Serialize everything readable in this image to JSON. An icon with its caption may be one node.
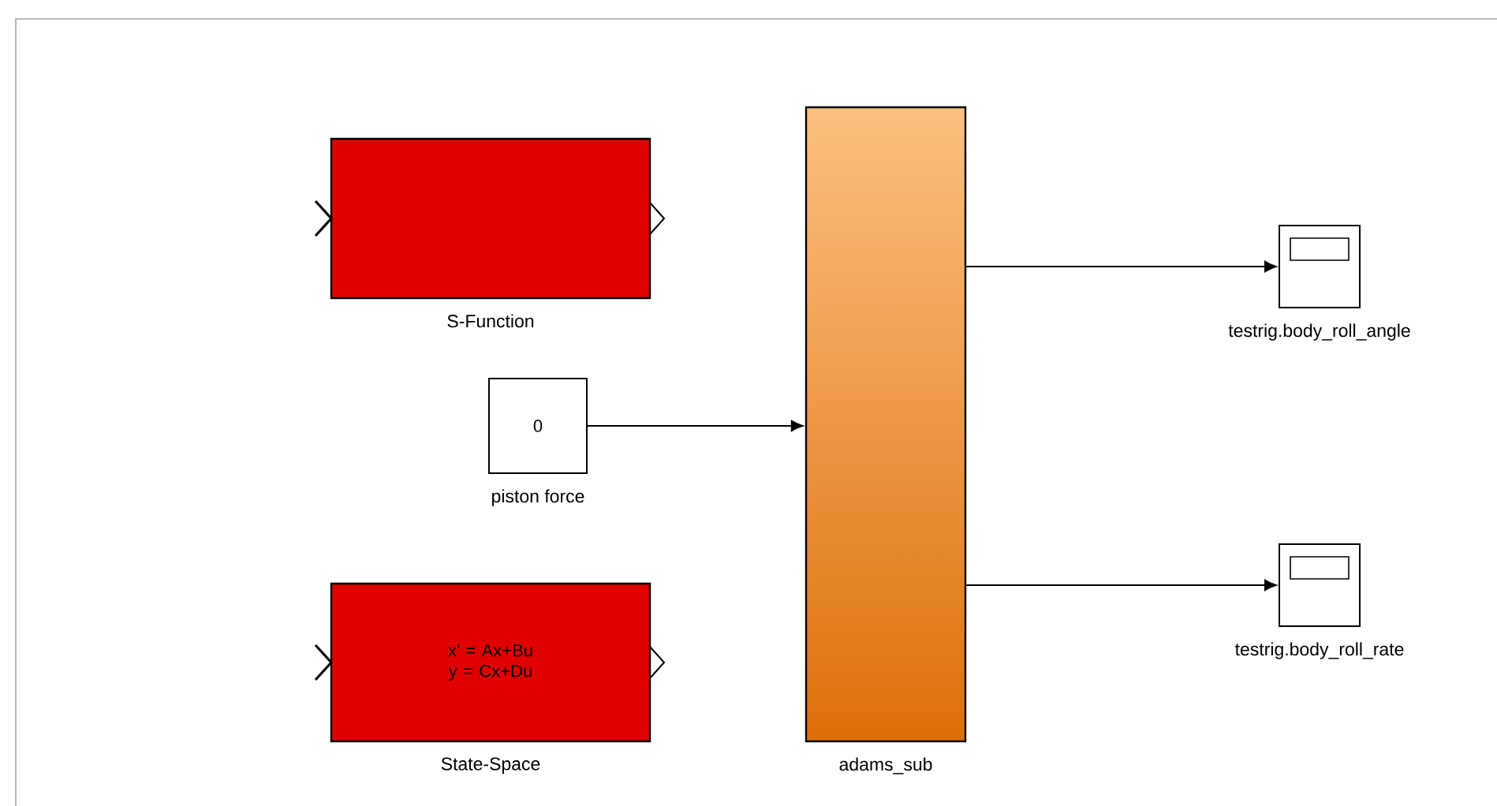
{
  "diagram": {
    "nodes": [
      {
        "text": [],
        "shape": "box",
        "beside": [
          "S-Function"
        ]
      },
      {
        "text": [
          "0"
        ],
        "beside": [
          "piston force"
        ]
      },
      {
        "text": [
          "x' = Ax+Bu y = Cx+Du"
        ],
        "beside": [
          "State-Space"
        ]
      },
      {
        "text": [],
        "shape": "box",
        "beside": [
          "adams_sub"
        ]
      },
      {
        "text": [],
        "shape": "box",
        "beside": [
          "testrig.body_roll_angle"
        ]
      },
      {
        "text": [],
        "shape": "box",
        "beside": [
          "testrig.body_roll_rate"
        ]
      }
    ],
    "edges": [
      {
        "from": 1,
        "to": 3,
        "arrow": "to"
      },
      {
        "from": 3,
        "to": 4,
        "arrow": "to"
      },
      {
        "from": 3,
        "to": 5,
        "arrow": "to"
      }
    ]
  }
}
